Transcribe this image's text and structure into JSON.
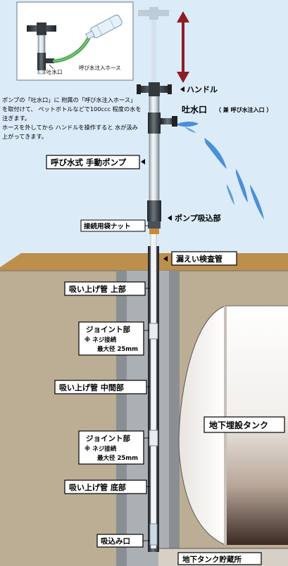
{
  "inset": {
    "outlet_label": "吐水口",
    "hose_label": "呼び水注入ホース"
  },
  "instructions": {
    "line1": "ポンプの「吐水口」に 附属の「呼び水注入ホース」",
    "line2": "を取付けて、 ペットボトルなどで100ccc 程度の水を",
    "line3": "注ぎます。",
    "line4": "ホースを外してから ハンドルを操作すると 水が汲み",
    "line5": "上がってきます。"
  },
  "labels": {
    "handle": "ハンドル",
    "outlet_title": "吐水口",
    "outlet_sub": "（ 兼 呼び水注入口 ）",
    "pump": "呼び水式 手動ポンプ",
    "pump_intake": "ポンプ吸込部",
    "bag_nut": "接続用袋ナット",
    "leak_pipe": "漏えい検査管",
    "suction_top": "吸い上げ管 上部",
    "joint1_title": "ジョイント部",
    "joint1_line2": "※ ネジ接続",
    "joint1_line3": "最大径 25mm",
    "suction_mid": "吸い上げ管 中間部",
    "joint2_title": "ジョイント部",
    "joint2_line2": "※ ネジ接続",
    "joint2_line3": "最大径 25mm",
    "suction_bottom": "吸い上げ管 底部",
    "intake": "吸込み口",
    "tank": "地下埋設タンク",
    "tank_storage": "地下タンク貯蔵所"
  },
  "colors": {
    "sky": "#dcebf8",
    "ground": "#bcae95",
    "ground_top": "#bd8f4d",
    "arrow": "#8c1d28",
    "water": "#4a90d8",
    "hose": "#3fa34a"
  }
}
